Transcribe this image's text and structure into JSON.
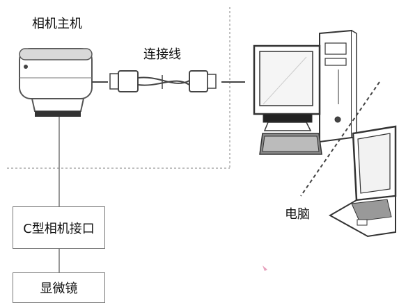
{
  "labels": {
    "camera_host": "相机主机",
    "cable": "连接线",
    "computer": "电脑",
    "c_mount": "C型相机接口",
    "microscope": "显微镜"
  }
}
